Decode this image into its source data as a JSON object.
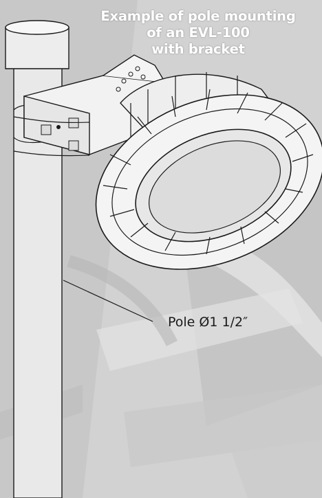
{
  "title": {
    "line1": "Example of pole mounting",
    "line2": "of an EVL-100",
    "line3": "with bracket"
  },
  "callout": {
    "pole_label": "Pole Ø1 1/2″"
  },
  "colors": {
    "background": "#d4d4d4",
    "title_text": "#ffffff",
    "line_art": "#1a1a1a",
    "lamp_fill": "#f4f4f4"
  }
}
